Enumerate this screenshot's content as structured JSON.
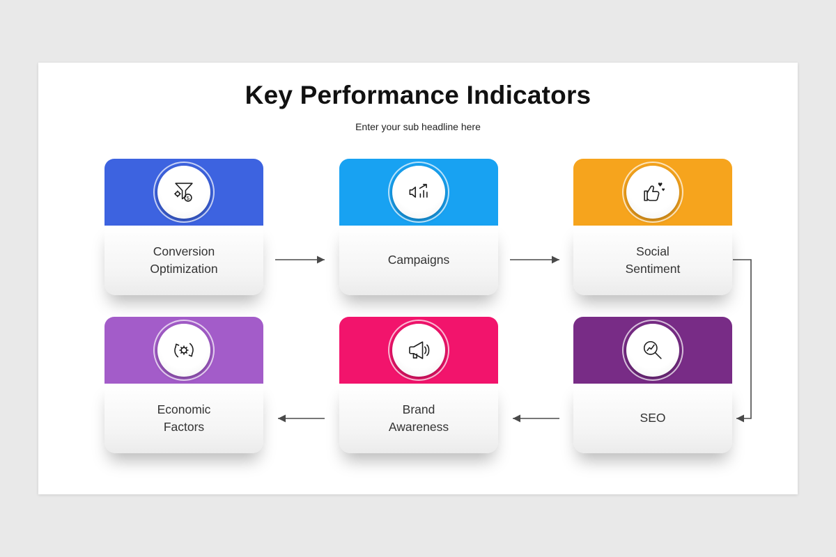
{
  "slide": {
    "title": "Key Performance Indicators",
    "subtitle": "Enter your sub headline here",
    "background": "#e9e9e9",
    "panel_background": "#ffffff"
  },
  "flow": {
    "connector_color": "#4a4a4a",
    "sequence": "Conversion Optimization > Campaigns > Social Sentiment > SEO > Brand Awareness > Economic Factors"
  },
  "cards": [
    {
      "label": "Conversion\nOptimization",
      "color": "#3D63E0",
      "icon": "conversion-funnel-icon"
    },
    {
      "label": "Campaigns",
      "color": "#18A2F2",
      "icon": "campaign-analytics-icon"
    },
    {
      "label": "Social\nSentiment",
      "color": "#F6A41D",
      "icon": "thumbs-up-hearts-icon"
    },
    {
      "label": "Economic\nFactors",
      "color": "#A35CC9",
      "icon": "cycle-gear-icon"
    },
    {
      "label": "Brand\nAwareness",
      "color": "#F2146C",
      "icon": "megaphone-icon"
    },
    {
      "label": "SEO",
      "color": "#782C86",
      "icon": "search-analytics-icon"
    }
  ]
}
